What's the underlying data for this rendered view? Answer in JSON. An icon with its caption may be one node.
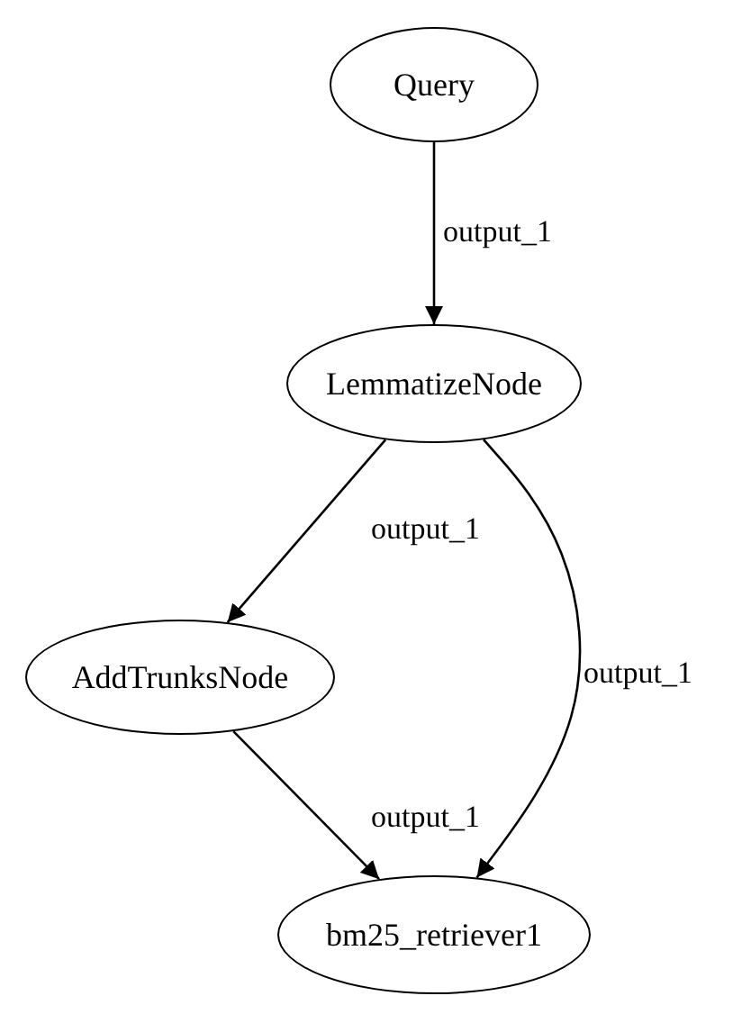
{
  "diagram": {
    "nodes": [
      {
        "text": [
          "Query"
        ]
      },
      {
        "text": [
          "LemmatizeNode"
        ]
      },
      {
        "text": [
          "AddTrunksNode"
        ]
      },
      {
        "text": [
          "bm25_retriever1"
        ]
      }
    ],
    "edges": [
      {
        "from": 0,
        "to": 1,
        "arrow": "to",
        "label": "output_1"
      },
      {
        "from": 1,
        "to": 2,
        "arrow": "to",
        "label": "output_1"
      },
      {
        "from": 1,
        "to": 3,
        "arrow": "to",
        "label": "output_1"
      },
      {
        "from": 2,
        "to": 3,
        "arrow": "to",
        "label": "output_1"
      }
    ]
  }
}
